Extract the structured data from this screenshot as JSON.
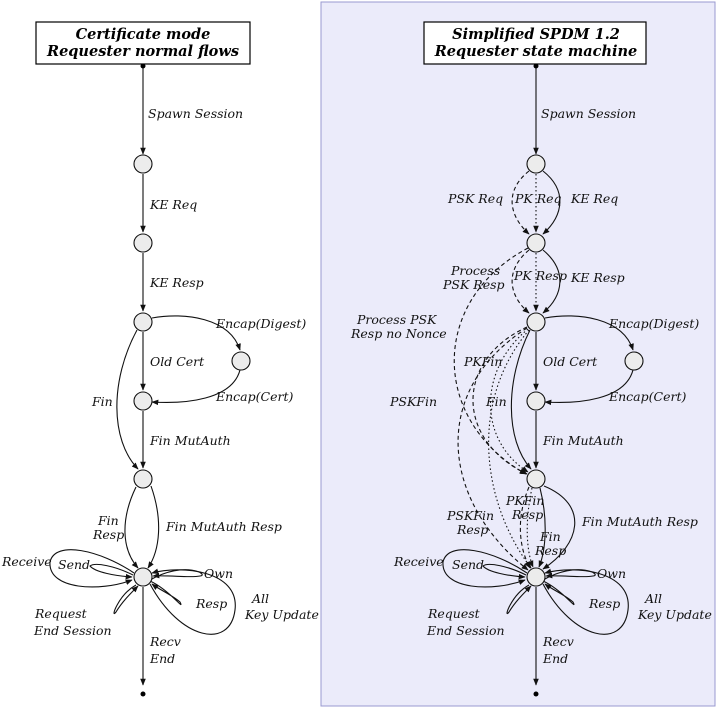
{
  "left": {
    "title": [
      "Certificate mode",
      "Requester normal flows"
    ],
    "labels": {
      "spawn": "Spawn Session",
      "ke_req": "KE Req",
      "ke_resp": "KE Resp",
      "encap_digest": "Encap(Digest)",
      "old_cert": "Old Cert",
      "encap_cert": "Encap(Cert)",
      "fin": "Fin",
      "fin_mutauth": "Fin MutAuth",
      "fin_resp_1": "Fin",
      "fin_resp_2": "Resp",
      "fin_mutauth_resp": "Fin MutAuth Resp",
      "receive": "Receive",
      "send": "Send",
      "own": "Own",
      "resp": "Resp",
      "all": "All",
      "key_update": "Key Update",
      "request": "Request",
      "end_session": "End Session",
      "recv": "Recv",
      "end": "End"
    }
  },
  "right": {
    "title": [
      "Simplified SPDM 1.2",
      "Requester state machine"
    ],
    "labels": {
      "spawn": "Spawn Session",
      "psk_req": "PSK Req",
      "pk_req": "PK Req",
      "ke_req": "KE Req",
      "process_1": "Process",
      "psk_resp": "PSK Resp",
      "pk_resp": "PK Resp",
      "ke_resp": "KE Resp",
      "process_psk": "Process PSK",
      "resp_no_nonce": "Resp no Nonce",
      "encap_digest": "Encap(Digest)",
      "pkfin": "PKFin",
      "old_cert": "Old Cert",
      "pskfin": "PSKFin",
      "fin": "Fin",
      "encap_cert": "Encap(Cert)",
      "fin_mutauth": "Fin MutAuth",
      "pkfin_resp_1": "PKFin",
      "pkfin_resp_2": "Resp",
      "pskfin_resp_1": "PSKFin",
      "pskfin_resp_2": "Resp",
      "fin_mutauth_resp": "Fin MutAuth Resp",
      "fin_resp_1": "Fin",
      "fin_resp_2": "Resp",
      "receive": "Receive",
      "send": "Send",
      "own": "Own",
      "resp": "Resp",
      "all": "All",
      "key_update": "Key Update",
      "request": "Request",
      "end_session": "End Session",
      "recv": "Recv",
      "end": "End"
    }
  },
  "colors": {
    "right_panel_bg": "#ebebfa",
    "right_panel_border": "#9a9ad0",
    "node_fill": "#ececec",
    "stroke": "#111111"
  }
}
